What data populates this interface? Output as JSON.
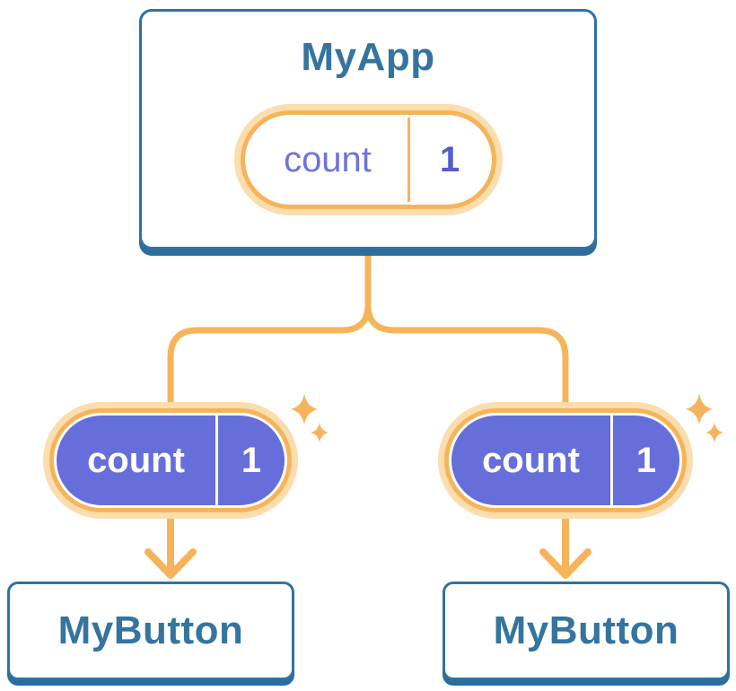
{
  "diagram": {
    "type": "component-tree",
    "root": {
      "label": "MyApp",
      "state": {
        "name": "count",
        "value": "1"
      }
    },
    "children": [
      {
        "label": "MyButton",
        "state": {
          "name": "count",
          "value": "1"
        }
      },
      {
        "label": "MyButton",
        "state": {
          "name": "count",
          "value": "1"
        }
      }
    ],
    "icons": {
      "sparkle": "four-point-star"
    },
    "colors": {
      "box_border_blue": "#2F72A4",
      "box_shadow_blue": "#2C6D9C",
      "title_blue": "#35749E",
      "connector_orange": "#F6B45A",
      "pill_halo_orange": "#FBDDAE",
      "pill_fill_purple": "#666FD9",
      "state_name_purple": "#6E74DC",
      "state_value_purple": "#555CCE",
      "pill_fill_white": "#FFFFFF"
    }
  }
}
